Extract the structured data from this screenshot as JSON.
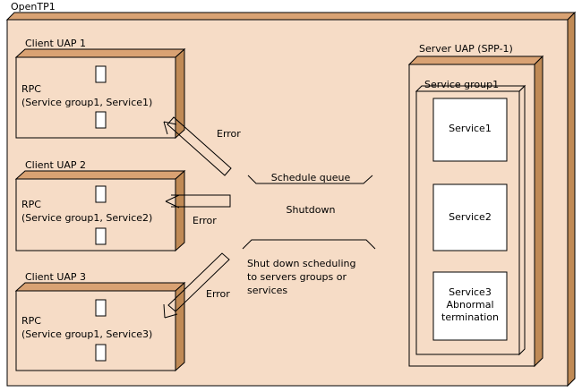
{
  "diagram": {
    "title": "OpenTP1",
    "colors": {
      "face": "#F6DCC6",
      "bevel_top": "#D9A273",
      "bevel_side": "#C08A55",
      "outline": "#000000",
      "service_box": "#FFFFFF",
      "canvas": "#FFFFFF"
    },
    "clients": [
      {
        "caption": "Client UAP 1",
        "body_line1": "RPC",
        "body_line2": "(Service group1, Service1)",
        "error_label": "Error"
      },
      {
        "caption": "Client UAP 2",
        "body_line1": "RPC",
        "body_line2": "(Service group1, Service2)",
        "error_label": "Error"
      },
      {
        "caption": "Client UAP 3",
        "body_line1": "RPC",
        "body_line2": "(Service group1, Service3)",
        "error_label": "Error"
      }
    ],
    "queue": {
      "schedule_queue_label": "Schedule queue",
      "shutdown_label": "Shutdown",
      "note_line1": "Shut down scheduling",
      "note_line2": "to servers groups or",
      "note_line3": "services"
    },
    "server": {
      "caption": "Server UAP (SPP-1)",
      "group_caption": "Service group1",
      "services": [
        {
          "line1": "Service1",
          "line2": "",
          "line3": ""
        },
        {
          "line1": "Service2",
          "line2": "",
          "line3": ""
        },
        {
          "line1": "Service3",
          "line2": "Abnormal",
          "line3": "termination"
        }
      ]
    }
  }
}
